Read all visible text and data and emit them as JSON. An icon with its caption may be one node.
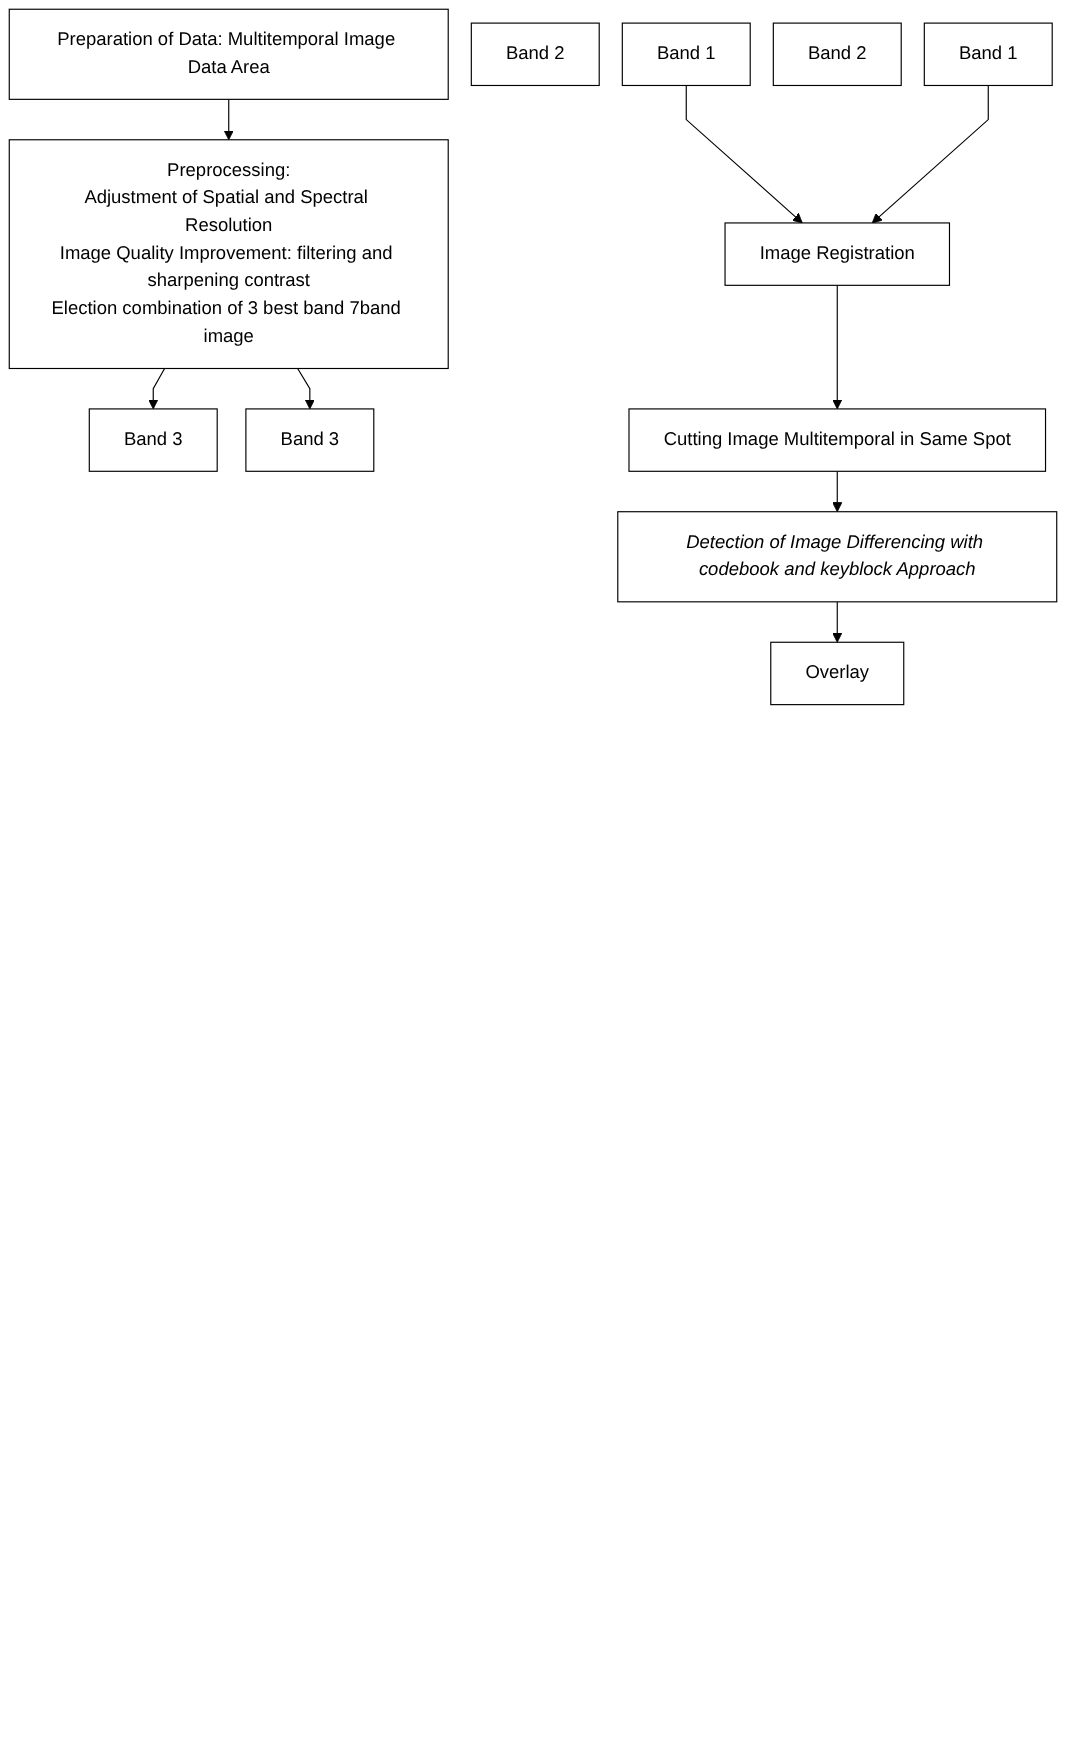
{
  "diagram": {
    "nodes": [
      {
        "text": [
          "Preparation of Data: Multitemporal Image Data Area"
        ]
      },
      {
        "text": [
          "Preprocessing:",
          "Adjustment of Spatial and Spectral Resolution",
          "Image Quality Improvement: filtering and sharpening contrast",
          "Election combination of 3 best band 7band image"
        ]
      },
      {
        "text": [
          "Band 3"
        ]
      },
      {
        "text": [
          "Band 2"
        ]
      },
      {
        "text": [
          "Band 1"
        ]
      },
      {
        "text": [
          "Band 3"
        ]
      },
      {
        "text": [
          "Band 2"
        ]
      },
      {
        "text": [
          "Band 1"
        ]
      },
      {
        "text": [
          "Image Registration"
        ]
      },
      {
        "text": [
          "Cutting Image Multitemporal in Same Spot"
        ]
      },
      {
        "text": [
          "Detection of Image Differencing with codebook and keyblock Approach"
        ]
      },
      {
        "text": [
          "Overlay"
        ]
      }
    ],
    "edges": [
      {
        "from": 0,
        "to": 1,
        "arrow": "to"
      },
      {
        "from": 1,
        "to": 2,
        "arrow": "to"
      },
      {
        "from": 1,
        "to": 5,
        "arrow": "to"
      },
      {
        "from": 4,
        "to": 8,
        "arrow": "to"
      },
      {
        "from": 7,
        "to": 8,
        "arrow": "to"
      },
      {
        "from": 8,
        "to": 9,
        "arrow": "to"
      },
      {
        "from": 9,
        "to": 10,
        "arrow": "to"
      },
      {
        "from": 10,
        "to": 11,
        "arrow": "to"
      }
    ]
  }
}
